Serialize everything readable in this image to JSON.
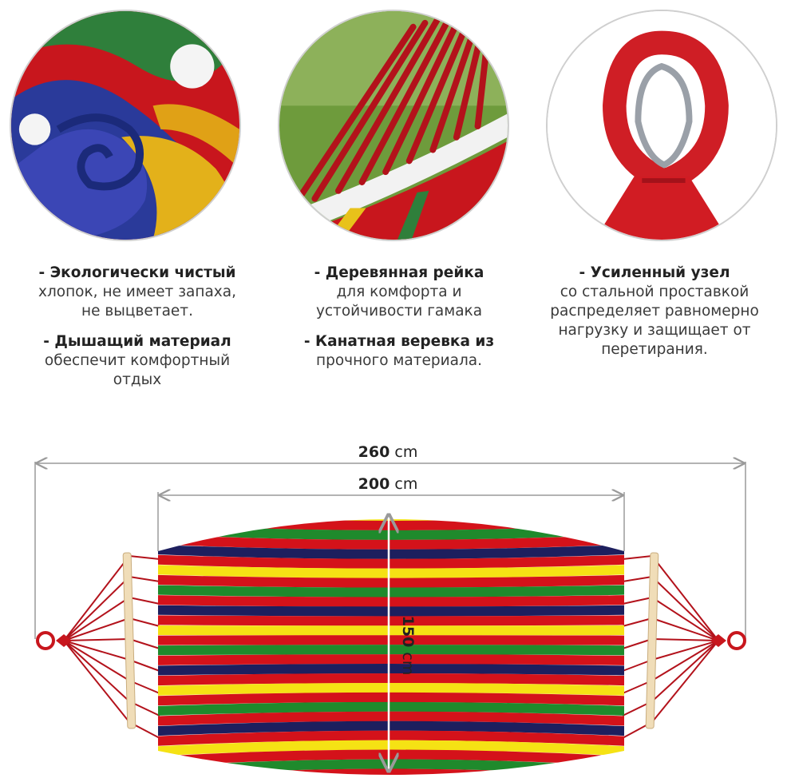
{
  "features": [
    {
      "items": [
        {
          "title": "- Экологически чистый",
          "lines": [
            "хлопок, не имеет запаха,",
            "не выцветает."
          ]
        },
        {
          "title": "- Дышащий материал",
          "lines": [
            "обеспечит комфортный",
            "отдых"
          ]
        }
      ]
    },
    {
      "items": [
        {
          "title": "- Деревянная рейка",
          "lines": [
            "для комфорта и",
            "устойчивости гамака"
          ]
        },
        {
          "title": "- Канатная веревка из",
          "lines": [
            "прочного материала."
          ]
        }
      ]
    },
    {
      "items": [
        {
          "title": "- Усиленный узел",
          "lines": [
            "со стальной проставкой",
            "распределяет равномерно",
            "нагрузку и защищает от",
            "перетирания."
          ]
        }
      ]
    }
  ],
  "dimensions": {
    "total_length": {
      "value": "260",
      "unit": "cm"
    },
    "bed_length": {
      "value": "200",
      "unit": "cm"
    },
    "width": {
      "value": "150",
      "unit": "cm"
    }
  },
  "colors": {
    "red": "#d4121a",
    "green": "#1f8a2c",
    "navy": "#1d1f5e",
    "yellow": "#f5e214",
    "rope": "#b3121b",
    "wood": "#f0ddb8",
    "dim_line": "#9a9a9a"
  },
  "stripe_pattern": [
    "green",
    "red",
    "navy",
    "red",
    "yellow",
    "red"
  ]
}
